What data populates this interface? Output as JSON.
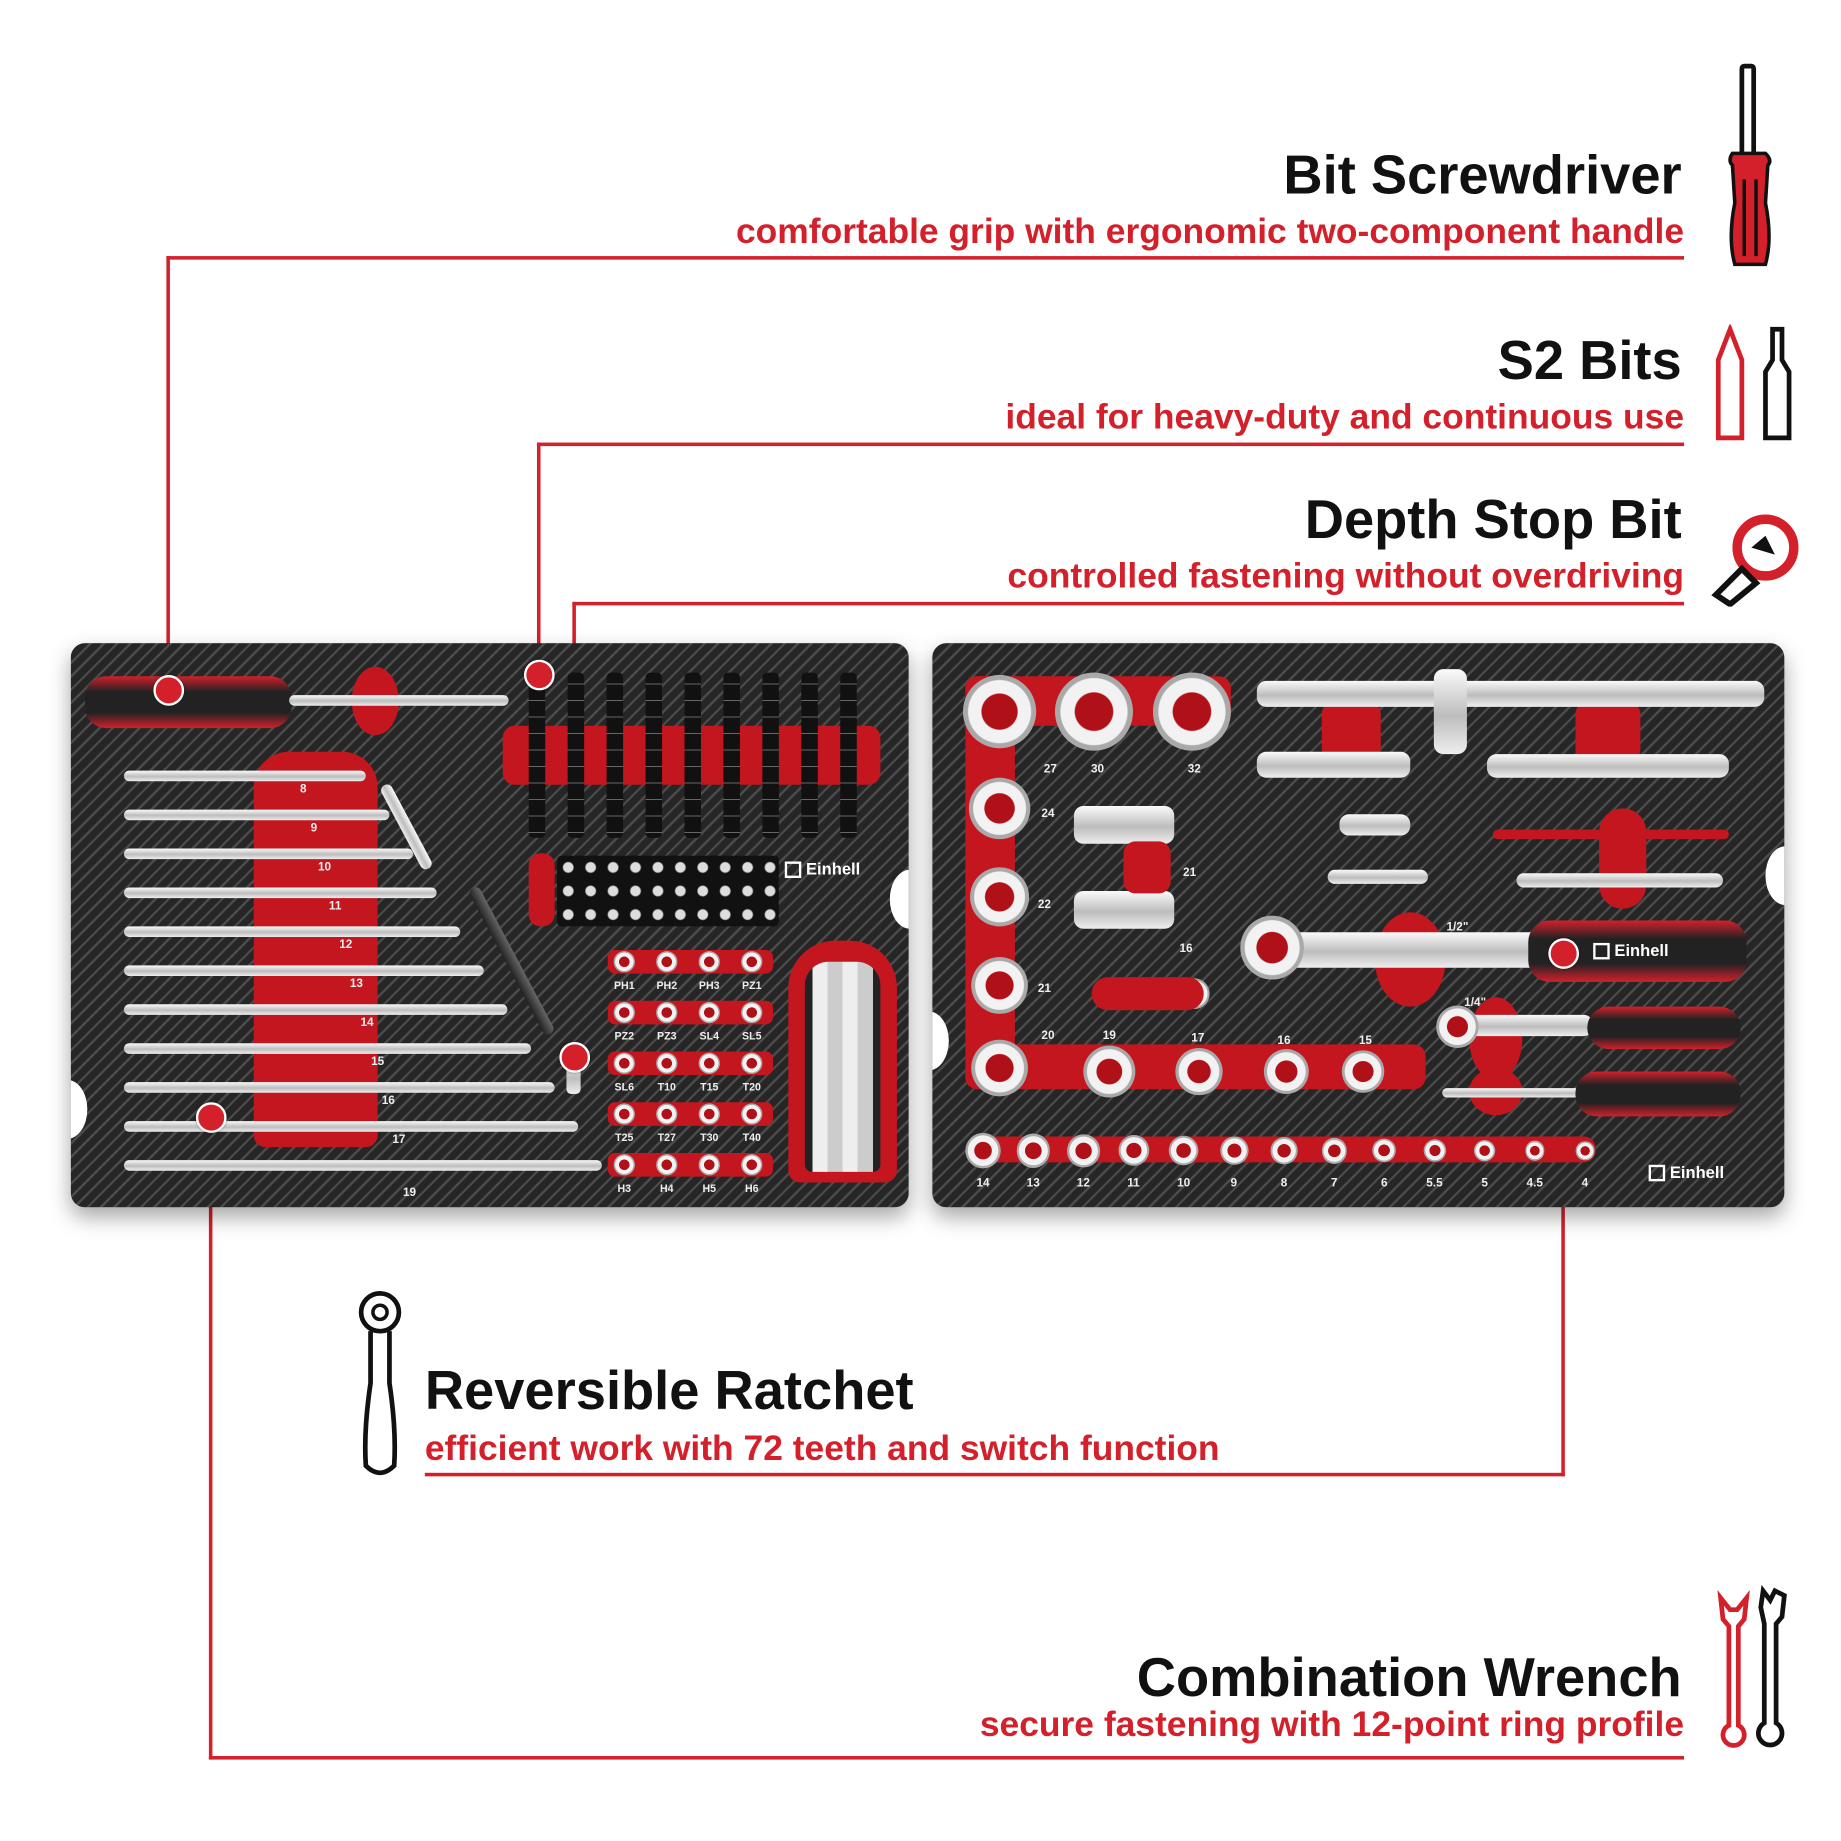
{
  "callouts": {
    "bit_screwdriver": {
      "title": "Bit Screwdriver",
      "subtitle": "comfortable grip with ergonomic two-component handle",
      "icon": "screwdriver-icon"
    },
    "s2_bits": {
      "title": "S2 Bits",
      "subtitle": "ideal for heavy-duty and continuous use",
      "icon": "bits-icon"
    },
    "depth_stop_bit": {
      "title": "Depth Stop Bit",
      "subtitle": "controlled fastening without overdriving",
      "icon": "depth-stop-bit-icon"
    },
    "reversible_ratchet": {
      "title": "Reversible Ratchet",
      "subtitle": "efficient work with 72 teeth and switch function",
      "icon": "ratchet-icon"
    },
    "combination_wrench": {
      "title": "Combination Wrench",
      "subtitle": "secure fastening with 12-point ring profile",
      "icon": "wrench-icon"
    }
  },
  "colors": {
    "accent": "#d3202b",
    "text": "#111111",
    "tray": "#333333"
  },
  "brand": "Einhell",
  "left_tray": {
    "wrench_sizes": [
      "8",
      "9",
      "10",
      "11",
      "12",
      "13",
      "14",
      "15",
      "16",
      "17",
      "19"
    ],
    "bit_labels": [
      [
        "PH1",
        "PH2",
        "PH3",
        "PZ1"
      ],
      [
        "PZ2",
        "PZ3",
        "SL4",
        "SL5"
      ],
      [
        "SL6",
        "T10",
        "T15",
        "T20"
      ],
      [
        "T25",
        "T27",
        "T30",
        "T40"
      ],
      [
        "H3",
        "H4",
        "H5",
        "H6"
      ]
    ]
  },
  "right_tray": {
    "large_sockets": [
      "27",
      "30",
      "32",
      "24",
      "22",
      "21",
      "20",
      "19",
      "17",
      "16",
      "15"
    ],
    "deep_sockets": [
      "21",
      "16"
    ],
    "ratchet_sizes": [
      "1/2\"",
      "1/4\""
    ],
    "small_sockets": [
      "14",
      "13",
      "12",
      "11",
      "10",
      "9",
      "8",
      "7",
      "6",
      "5.5",
      "5",
      "4.5",
      "4"
    ]
  }
}
